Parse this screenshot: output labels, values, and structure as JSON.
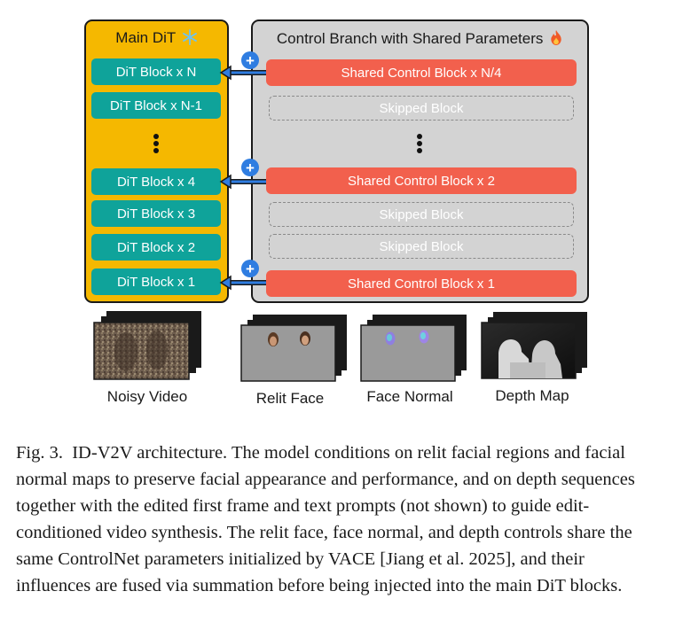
{
  "main_dit": {
    "title": "Main DiT",
    "title_icon": "snowflake-icon",
    "blocks": [
      "DiT Block x N",
      "DiT Block x N-1",
      "DiT Block x 4",
      "DiT Block x 3",
      "DiT Block x 2",
      "DiT Block x 1"
    ]
  },
  "control_branch": {
    "title": "Control Branch with Shared Parameters",
    "title_icon": "fire-icon",
    "shared_blocks": [
      "Shared Control Block x N/4",
      "Shared Control Block x 2",
      "Shared Control Block x 1"
    ],
    "skipped_label": "Skipped Block"
  },
  "inputs": [
    "Noisy Video",
    "Relit Face",
    "Face Normal",
    "Depth Map"
  ],
  "caption": {
    "label": "Fig. 3.",
    "title": "ID-V2V architecture.",
    "body": "The model conditions on relit facial regions and facial normal maps to preserve facial appearance and performance, and on depth sequences together with the edited first frame and text prompts (not shown) to guide edit-conditioned video synthesis. The relit face, face normal, and depth controls share the same ControlNet parameters initialized by VACE [Jiang et al. 2025], and their influences are fused via summation before being injected into the main DiT blocks."
  },
  "colors": {
    "main_panel": "#f5b800",
    "dit_block": "#0fa39a",
    "control_panel": "#d3d3d3",
    "shared_block": "#f2604d",
    "arrow": "#2f7de1"
  }
}
